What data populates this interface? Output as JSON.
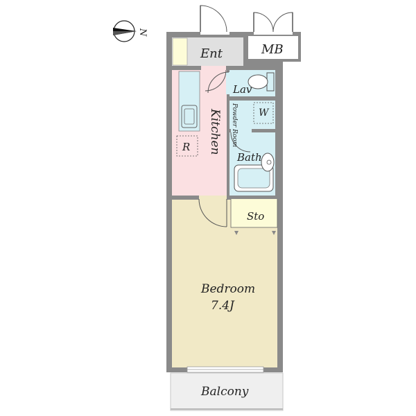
{
  "compass": {
    "letter": "N",
    "icon": "compass-arrow-icon"
  },
  "rooms": {
    "entrance": "Ent",
    "meter_box": "MB",
    "lavatory": "Lav",
    "powder_room": "Powder Room",
    "washer": "W",
    "kitchen": "Kitchen",
    "refrigerator": "R",
    "bath": "Bath",
    "storage": "Sto",
    "bedroom": "Bedroom",
    "bedroom_size": "7.4J",
    "balcony": "Balcony"
  },
  "colors": {
    "wall": "#8a8a8a",
    "entrance_floor": "#e0e0e0",
    "storage_floor": "#fdfcd8",
    "kitchen_floor": "#fbe0e2",
    "wet_area_floor": "#d6f0f5",
    "bedroom_floor": "#f1e9c6",
    "balcony_floor": "#efefef"
  }
}
